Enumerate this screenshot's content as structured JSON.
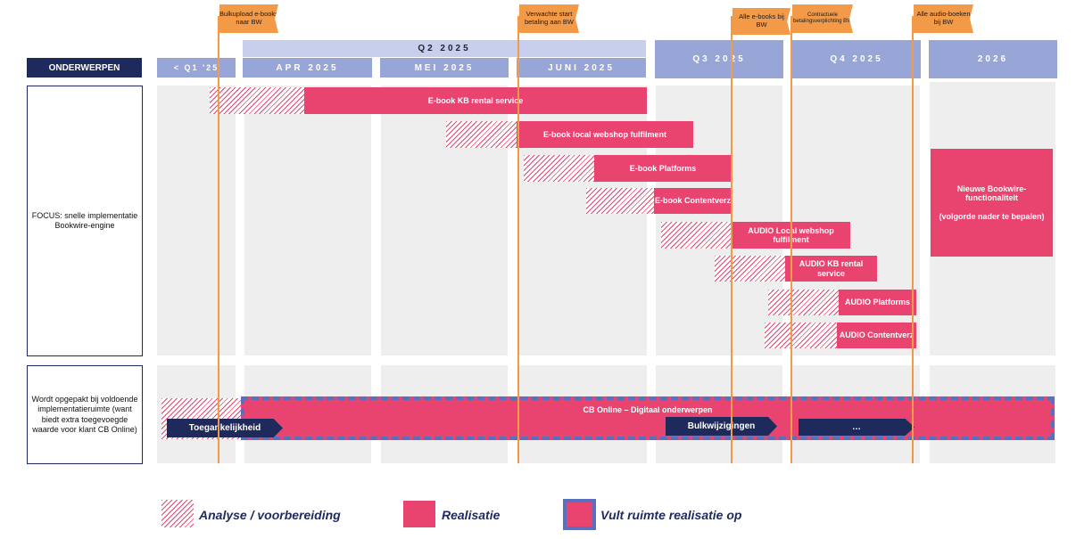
{
  "header": {
    "topics_label": "ONDERWERPEN",
    "q1": "< Q1 '25",
    "q2": "Q2 2025",
    "apr": "APR 2025",
    "mei": "MEI 2025",
    "juni": "JUNI 2025",
    "q3": "Q3 2025",
    "q4": "Q4 2025",
    "y2026": "2026"
  },
  "milestones": {
    "m1": "Bulkupload e-books naar BW",
    "m2": "Verwachte start betaling aan BW",
    "m3": "Alle e-books bij BW",
    "m4": "Contractuele betalingsverplichting BW",
    "m5": "Alle audio-boeken bij BW"
  },
  "rows": {
    "focus_label": "FOCUS: snelle implementatie Bookwire-engine",
    "extra_label": "Wordt opgepakt bij voldoende implementatieruimte (want biedt extra toegevoegde waarde voor klant CB Online)"
  },
  "bars": {
    "b1": "E-book KB rental service",
    "b2": "E-book local webshop fulfilment",
    "b3": "E-book Platforms",
    "b4": "E-book Contentverz",
    "b5": "AUDIO Local webshop fulfilment",
    "b6": "AUDIO KB rental service",
    "b7": "AUDIO Platforms",
    "b8": "AUDIO Contentverz",
    "b2026_line1": "Nieuwe Bookwire-functionaliteit",
    "b2026_line2": "(volgorde nader te bepalen)",
    "cb_online": "CB Online – Digitaal onderwerpen"
  },
  "arrows": {
    "a1": "Toegankelijkheid",
    "a2": "Bulkwijzigingen",
    "a3": "…"
  },
  "legend": {
    "analyse": "Analyse / voorbereiding",
    "realisatie": "Realisatie",
    "vult": "Vult ruimte realisatie op"
  },
  "colors": {
    "pink": "#e8446f",
    "navy": "#1f2a5c",
    "header_blue": "#97a6d6",
    "orange": "#f39a49"
  }
}
